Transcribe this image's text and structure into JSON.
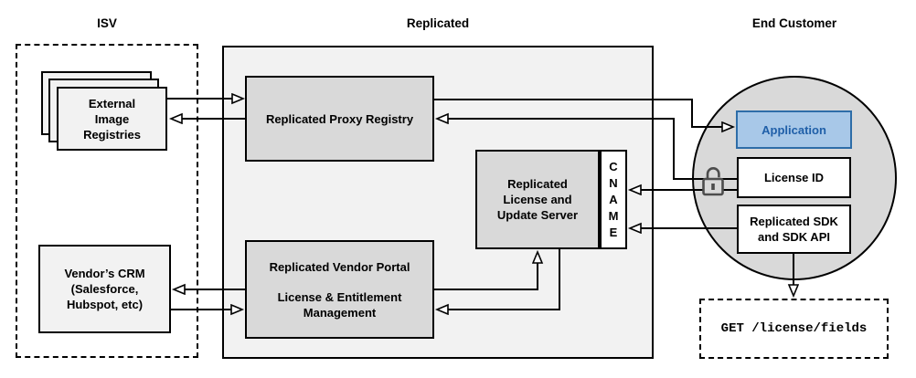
{
  "sections": {
    "isv": "ISV",
    "replicated": "Replicated",
    "end_customer": "End Customer"
  },
  "nodes": {
    "external_registries": {
      "lines": [
        "External",
        "Image",
        "Registries"
      ]
    },
    "vendors_crm": {
      "lines": [
        "Vendor’s CRM",
        "(Salesforce,",
        "Hubspot, etc)"
      ]
    },
    "proxy_registry": {
      "label": "Replicated Proxy Registry"
    },
    "license_server": {
      "lines": [
        "Replicated",
        "License and",
        "Update Server"
      ]
    },
    "cname": {
      "letters": [
        "C",
        "N",
        "A",
        "M",
        "E"
      ]
    },
    "vendor_portal": {
      "title": "Replicated Vendor Portal",
      "lines": [
        "License & Entitlement",
        "Management"
      ]
    },
    "application": {
      "label": "Application"
    },
    "license_id": {
      "label": "License ID"
    },
    "sdk": {
      "lines": [
        "Replicated SDK",
        "and SDK API"
      ]
    },
    "get_request": {
      "label": "GET /license/fields"
    }
  },
  "icons": {
    "lock": "unlocked-padlock"
  },
  "colors": {
    "container_fill": "#f2f2f2",
    "node_fill": "#d9d9d9",
    "isv_node_fill": "#f2f2f2",
    "app_fill": "#a8c8e8",
    "app_border": "#2e6da8",
    "app_text": "#1f5fa8",
    "line": "#000000",
    "lock": "#4d4d4d"
  }
}
